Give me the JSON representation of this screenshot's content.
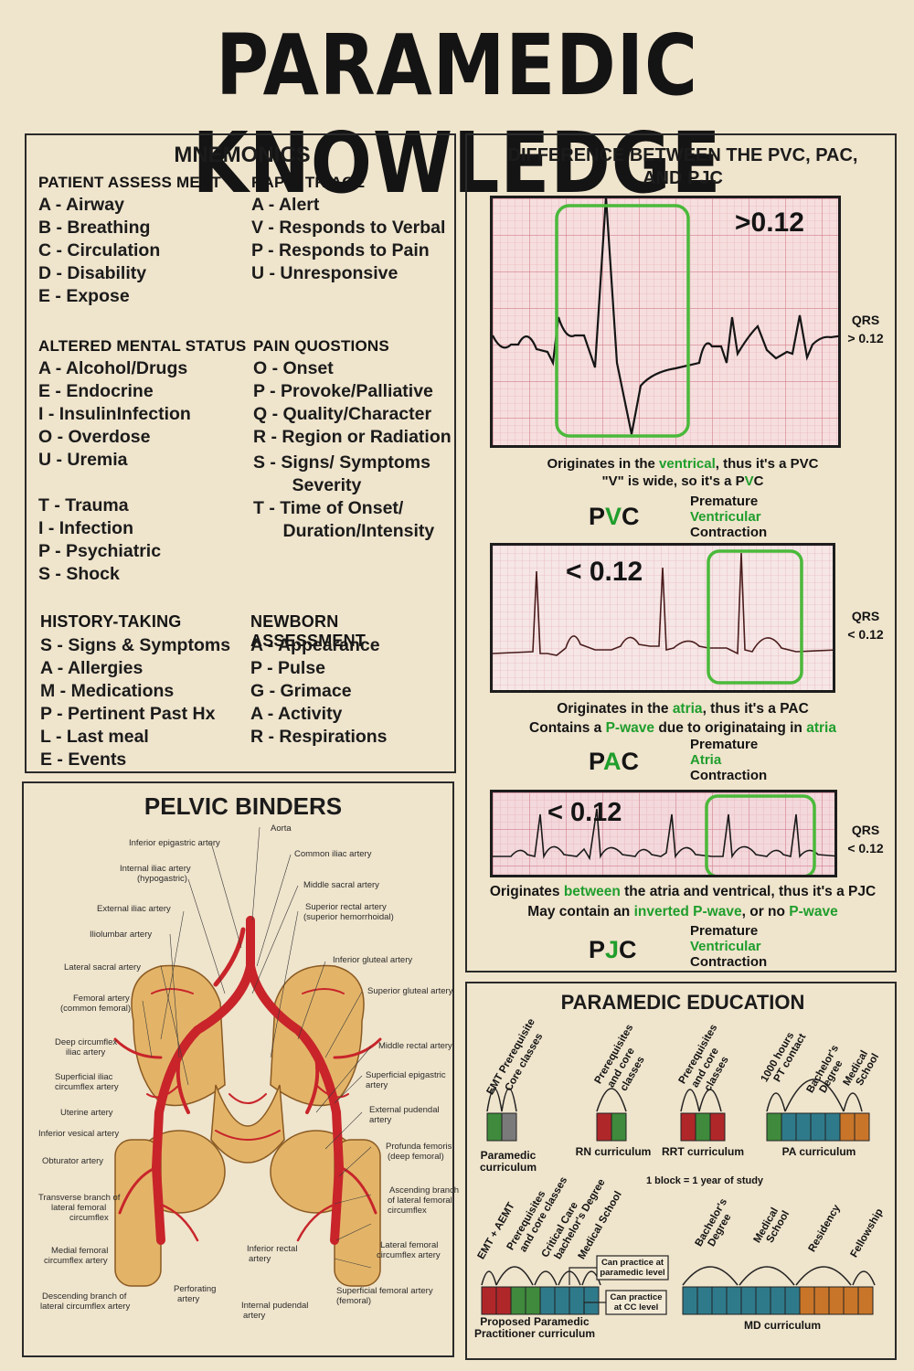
{
  "title": "PARAMEDIC KNOWLEDGE",
  "mnemonics": {
    "title": "MNEMONICS",
    "patient_assessment": {
      "heading": "PATIENT ASSESS MENT",
      "items": [
        "A - Airway",
        "B - Breathing",
        "C - Circulation",
        "D - Disability",
        "E - Expose"
      ]
    },
    "rapid_triage": {
      "heading": "RAPID TRIAGE",
      "items": [
        "A - Alert",
        "V - Responds to Verbal",
        "P - Responds to Pain",
        "U - Unresponsive"
      ]
    },
    "altered_mental_status": {
      "heading": "ALTERED MENTAL STATUS",
      "items": [
        "A - Alcohol/Drugs",
        "E - Endocrine",
        "I -  InsulinInfection",
        "O - Overdose",
        "U - Uremia",
        "",
        "T - Trauma",
        "I -  Infection",
        "P - Psychiatric",
        "S - Shock"
      ]
    },
    "pain_questions": {
      "heading": "PAIN QUOSTIONS",
      "items": [
        "O - Onset",
        "P - Provoke/Palliative",
        "Q - Quality/Character",
        "R - Region or Radiation",
        "S - Signs/ Symptoms",
        "      Severity",
        "T - Time of Onset/",
        "      Duration/Intensity"
      ]
    },
    "history_taking": {
      "heading": "HISTORY-TAKING",
      "items": [
        "S - Signs & Symptoms",
        "A - Allergies",
        "M - Medications",
        "P - Pertinent Past Hx",
        "L - Last meal",
        "E - Events"
      ]
    },
    "newborn_assessment": {
      "heading": "NEWBORN ASSESSMENT",
      "items": [
        "A - Appearance",
        "P - Pulse",
        "G - Grimace",
        "A - Activity",
        "R - Respirations"
      ]
    }
  },
  "ecg": {
    "title": "DIFFERENCE BETWEEN THE PVC, PAC, AND PJC",
    "pvc": {
      "threshold": ">0.12",
      "qrs_label": "QRS",
      "qrs_value": "> 0.12",
      "caption_1a": "Originates in the ",
      "caption_1b": "ventrical",
      "caption_1c": ", thus it's a PVC",
      "caption_2a": "\"V\" is wide, so it's a P",
      "caption_2b": "V",
      "caption_2c": "C",
      "abbr_1": "P",
      "abbr_2": "V",
      "abbr_3": "C",
      "expand_1": "Premature",
      "expand_2": "Ventricular",
      "expand_3": "Contraction"
    },
    "pac": {
      "threshold": "< 0.12",
      "qrs_label": "QRS",
      "qrs_value": "< 0.12",
      "caption_1a": "Originates in the ",
      "caption_1b": "atria",
      "caption_1c": ", thus it's a PAC",
      "caption_2a": "Contains a ",
      "caption_2b": "P-wave",
      "caption_2c": " due to originataing in ",
      "caption_2d": "atria",
      "abbr_1": "P",
      "abbr_2": "A",
      "abbr_3": "C",
      "expand_1": "Premature",
      "expand_2": "Atria",
      "expand_3": "Contraction"
    },
    "pjc": {
      "threshold": "< 0.12",
      "qrs_label": "QRS",
      "qrs_value": "< 0.12",
      "caption_1a": "Originates ",
      "caption_1b": "between",
      "caption_1c": " the atria and ventrical, thus it's a PJC",
      "caption_2a": "May contain an ",
      "caption_2b": "inverted P-wave",
      "caption_2c": ", or no ",
      "caption_2d": "P-wave",
      "abbr_1": "P",
      "abbr_2": "J",
      "abbr_3": "C",
      "expand_1": "Premature",
      "expand_2": "Ventricular",
      "expand_3": "Contraction"
    }
  },
  "pelvic": {
    "title": "PELVIC BINDERS",
    "labels_left": [
      "Inferior epigastric artery",
      "Internal iliac artery",
      "(hypogastric)",
      "External iliac artery",
      "Iliolumbar artery",
      "Lateral sacral artery",
      "Femoral artery",
      "(common femoral)",
      "Deep circumflex",
      "iliac artery",
      "Superficial iliac",
      "circumflex artery",
      "Uterine artery",
      "Inferior vesical artery",
      "Obturator artery",
      "Transverse branch of",
      "lateral femoral",
      "circumflex",
      "Medial femoral",
      "circumflex artery",
      "Descending branch of",
      "lateral circumflex artery"
    ],
    "labels_right": [
      "Aorta",
      "Common iliac artery",
      "Middle sacral artery",
      "Superior rectal artery",
      "(superior hemorrhoidal)",
      "Inferior gluteal artery",
      "Superior gluteal artery",
      "Middle rectal artery",
      "Superficial epigastric",
      "artery",
      "External pudendal",
      "artery",
      "Profunda femoris",
      "(deep femoral)",
      "Ascending branch",
      "of lateral femoral",
      "circumflex",
      "Lateral femoral",
      "circumflex artery",
      "Superficial femoral artery",
      "(femoral)"
    ],
    "labels_bottom": [
      "Perforating",
      "artery",
      "Inferior rectal",
      "artery",
      "Internal pudendal",
      "artery"
    ]
  },
  "education": {
    "title": "PARAMEDIC EDUCATION",
    "paramedic": {
      "labels": [
        "EMT Prerequisite",
        "Core classes"
      ],
      "caption": [
        "Paramedic",
        "curriculum"
      ]
    },
    "rn": {
      "labels": [
        "Prerequisites",
        "and core",
        "classes"
      ],
      "caption": [
        "RN curriculum"
      ]
    },
    "rrt": {
      "labels": [
        "Prerequisites",
        "and core",
        "classes"
      ],
      "caption": [
        "RRT curriculum"
      ]
    },
    "pa": {
      "labels": [
        "1000 hours",
        "PT contact",
        "Bachelor's",
        "Degree",
        "Medical",
        "School"
      ],
      "caption": [
        "PA curriculum"
      ]
    },
    "block_note": "1 block = 1 year of study",
    "proposed": {
      "labels": [
        "EMT + AEMT",
        "Prerequisites",
        "and core classes",
        "Critical Care",
        "bachelor's Degree",
        "Medical School"
      ],
      "caption": [
        "Proposed Paramedic",
        "Practitioner curriculum"
      ],
      "note_1": [
        "Can practice at",
        "paramedic level"
      ],
      "note_2": [
        "Can practice",
        "at CC level"
      ]
    },
    "md": {
      "labels": [
        "Bachelor's",
        "Degree",
        "Medical",
        "School",
        "Residency",
        "Fellowship"
      ],
      "caption": [
        "MD curriculum"
      ]
    },
    "colors": {
      "red": "#b0272a",
      "green": "#3f8a3c",
      "blue": "#2f7a8a",
      "orange": "#c8752a",
      "gray": "#7a7a7a"
    }
  }
}
